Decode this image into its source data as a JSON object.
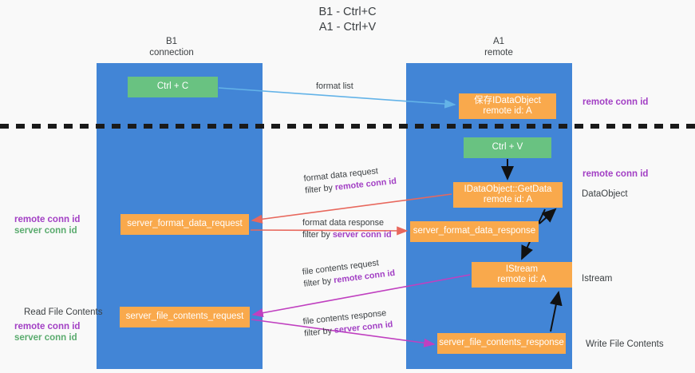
{
  "title": {
    "line1": "B1 - Ctrl+C",
    "line2": "A1 - Ctrl+V"
  },
  "columns": [
    {
      "id": "b1",
      "name": "B1",
      "subtitle": "connection"
    },
    {
      "id": "a1",
      "name": "A1",
      "subtitle": "remote"
    }
  ],
  "boxes": {
    "ctrl_c": {
      "line1": "Ctrl + C",
      "color": "#69c281"
    },
    "ctrl_v": {
      "line1": "Ctrl + V",
      "color": "#69c281"
    },
    "idataobject": {
      "line1": "保存IDataObject",
      "line2": "remote id: A",
      "color": "#f9a94c"
    },
    "getdata": {
      "line1": "IDataObject::GetData",
      "line2": "remote id: A",
      "color": "#f9a94c"
    },
    "istream": {
      "line1": "IStream",
      "line2": "remote id: A",
      "color": "#f9a94c"
    },
    "server_format_data_request": {
      "line1": "server_format_data_request",
      "color": "#f9a94c"
    },
    "server_format_data_response": {
      "line1": "server_format_data_response",
      "color": "#f9a94c"
    },
    "server_file_contents_request": {
      "line1": "server_file_contents_request",
      "color": "#f9a94c"
    },
    "server_file_contents_response": {
      "line1": "server_file_contents_response",
      "color": "#f9a94c"
    }
  },
  "edge_labels": {
    "format_list": {
      "text": "format list"
    },
    "format_data_request": {
      "text": "format data request",
      "filter_prefix": "filter by ",
      "filter_key": "remote conn id"
    },
    "format_data_response": {
      "text": "format data response",
      "filter_prefix": "filter by ",
      "filter_key": "server conn id"
    },
    "file_contents_request": {
      "text": "file contents request",
      "filter_prefix": "filter by ",
      "filter_key": "remote conn id"
    },
    "file_contents_response": {
      "text": "file contents response",
      "filter_prefix": "filter by ",
      "filter_key": "server conn id"
    }
  },
  "annotations": {
    "right_remote_conn_id_top": "remote conn id",
    "right_remote_conn_id_mid": "remote conn id",
    "right_dataobject": "DataObject",
    "right_istream": "Istream",
    "right_write_file_contents": "Write File Contents",
    "left_remote_conn_id": "remote conn id",
    "left_server_conn_id": "server conn id",
    "left_read_file_contents": "Read File Contents",
    "left_remote_conn_id_2": "remote conn id",
    "left_server_conn_id_2": "server conn id"
  },
  "colors": {
    "lane": "#4285d6",
    "box_green": "#69c281",
    "box_orange": "#f9a94c",
    "purple": "#a23fc4",
    "green_text": "#5aab6e",
    "arrow_blue": "#63b3e8",
    "arrow_red": "#e8685d",
    "arrow_magenta": "#c040c0",
    "arrow_black": "#111111",
    "background": "#f9f9f9"
  }
}
